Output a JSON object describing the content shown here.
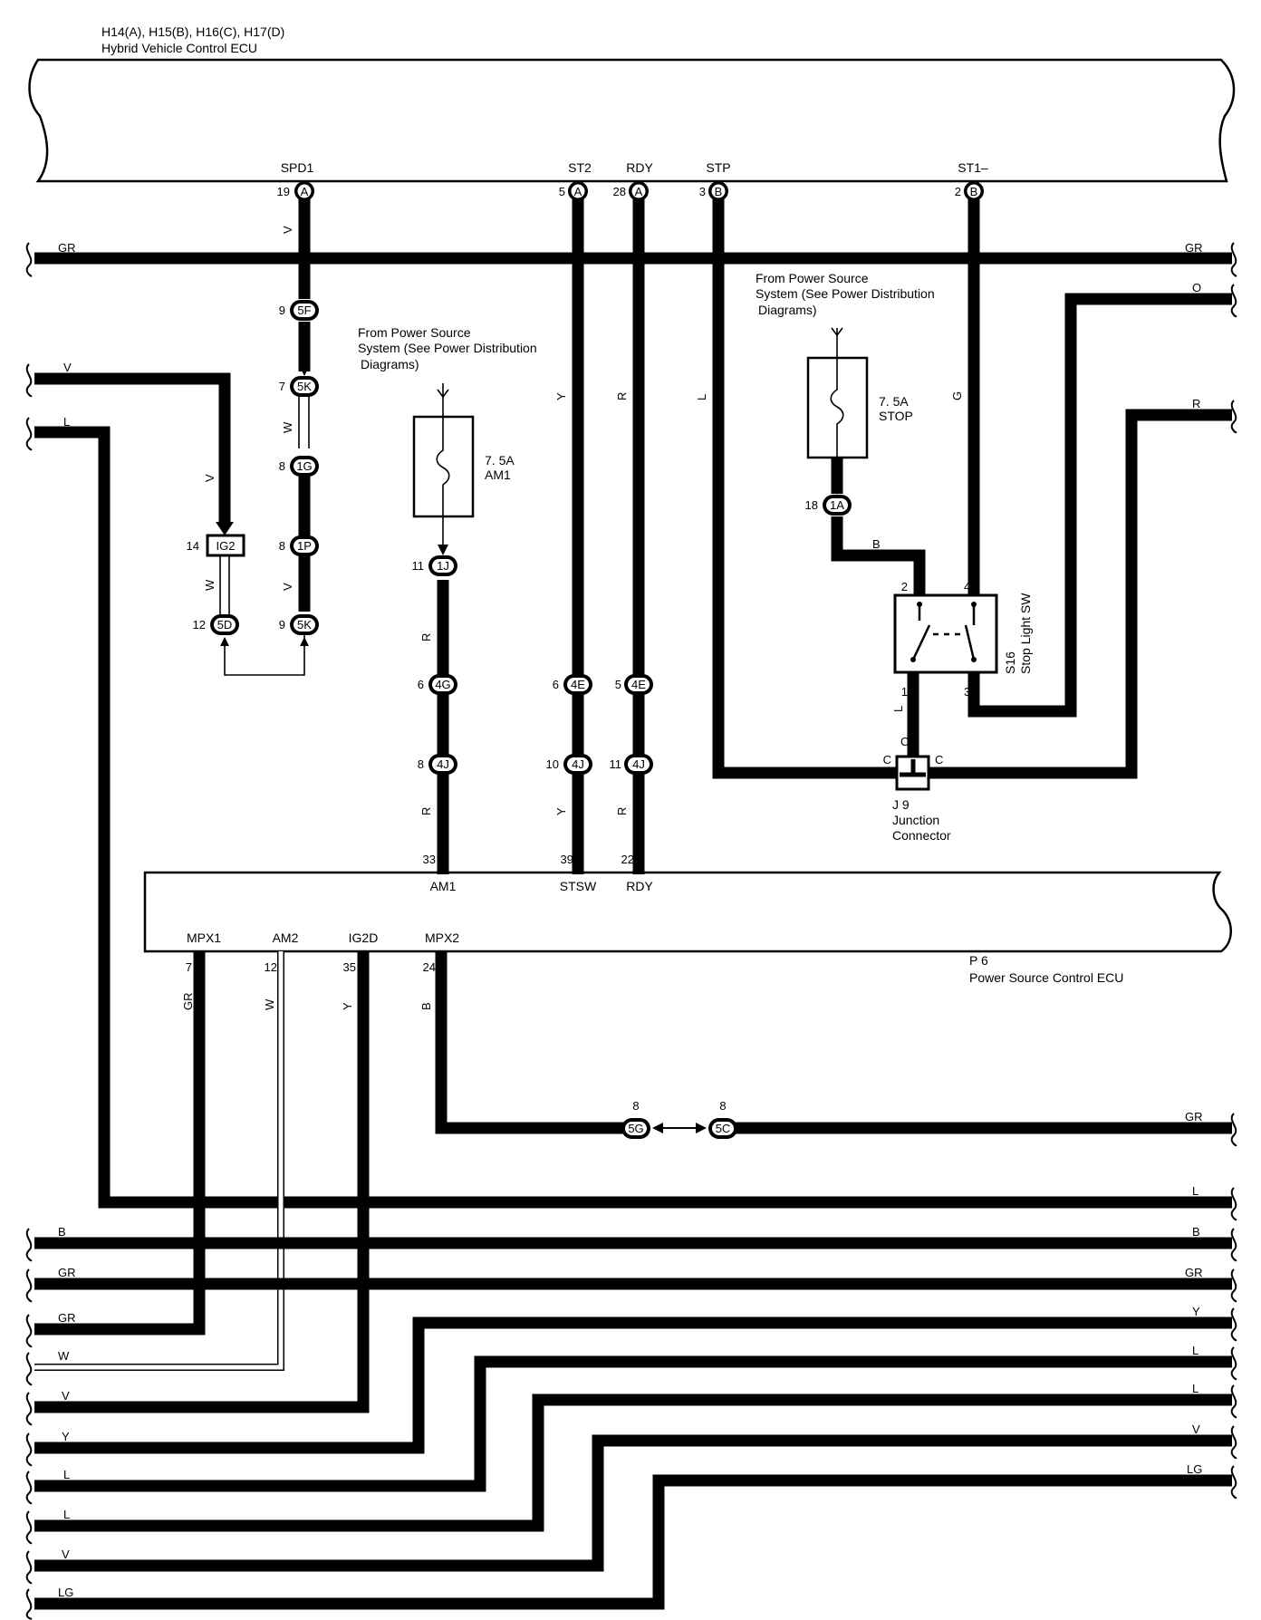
{
  "top_ecu": {
    "connectors_label": "H14(A), H15(B), H16(C), H17(D)",
    "name": "Hybrid Vehicle Control ECU",
    "terminals": [
      {
        "name": "SPD1",
        "pin": "19",
        "conn": "A"
      },
      {
        "name": "ST2",
        "pin": "5",
        "conn": "A"
      },
      {
        "name": "RDY",
        "pin": "28",
        "conn": "A"
      },
      {
        "name": "STP",
        "pin": "3",
        "conn": "B"
      },
      {
        "name": "ST1–",
        "pin": "2",
        "conn": "B"
      }
    ]
  },
  "bottom_ecu": {
    "id": "P 6",
    "name": "Power Source Control ECU",
    "top_terminals": [
      {
        "name": "AM1",
        "pin": "33"
      },
      {
        "name": "STSW",
        "pin": "39"
      },
      {
        "name": "RDY",
        "pin": "22"
      }
    ],
    "bottom_terminals": [
      {
        "name": "MPX1",
        "pin": "7",
        "color": "GR"
      },
      {
        "name": "AM2",
        "pin": "12",
        "color": "W"
      },
      {
        "name": "IG2D",
        "pin": "35",
        "color": "Y"
      },
      {
        "name": "MPX2",
        "pin": "24",
        "color": "B"
      }
    ]
  },
  "power_notes": {
    "am1": {
      "line1": "From Power Source",
      "line2": "System (See Power Distribution",
      "line3": "Diagrams)"
    },
    "stop": {
      "line1": "From Power Source",
      "line2": "System (See Power Distribution",
      "line3": "Diagrams)"
    }
  },
  "fuses": {
    "am1": {
      "rating": "7. 5A",
      "name": "AM1"
    },
    "stop": {
      "rating": "7. 5A",
      "name": "STOP"
    }
  },
  "stop_light_switch": {
    "id": "S16",
    "name": "Stop Light SW",
    "pins": [
      "2",
      "4",
      "1",
      "3"
    ]
  },
  "junction_connector": {
    "id": "J 9",
    "line1": "Junction",
    "line2": "Connector",
    "pin_left": "C",
    "pin_right": "C",
    "pin_top": "C"
  },
  "wire_colors": {
    "spd1_top": "V",
    "spd1_mid": "W",
    "spd1_low": "V",
    "ig2_left": "V",
    "ig2_w": "W",
    "am1": "R",
    "am1_low": "R",
    "st2": "Y",
    "st2_low": "Y",
    "rdy": "R",
    "rdy_low": "R",
    "stp": "L",
    "st1": "G",
    "stop_b": "B",
    "sw1": "L"
  },
  "connectors": {
    "c5F": {
      "pin": "9",
      "id": "5F"
    },
    "c5K_top": {
      "pin": "7",
      "id": "5K"
    },
    "c1G": {
      "pin": "8",
      "id": "1G"
    },
    "c1P": {
      "pin": "8",
      "id": "1P"
    },
    "c5K_low": {
      "pin": "9",
      "id": "5K"
    },
    "cIG2": {
      "pin": "14",
      "id": "IG2"
    },
    "c5D": {
      "pin": "12",
      "id": "5D"
    },
    "c1J": {
      "pin": "11",
      "id": "1J"
    },
    "c4G": {
      "pin": "6",
      "id": "4G"
    },
    "c4J_am1": {
      "pin": "8",
      "id": "4J"
    },
    "c4E_st": {
      "pin": "6",
      "id": "4E"
    },
    "c4J_st": {
      "pin": "10",
      "id": "4J"
    },
    "c4E_rdy": {
      "pin": "5",
      "id": "4E"
    },
    "c4J_rdy": {
      "pin": "11",
      "id": "4J"
    },
    "c1A": {
      "pin": "18",
      "id": "1A"
    },
    "c5G": {
      "pin": "8",
      "id": "5G"
    },
    "c5C": {
      "pin": "8",
      "id": "5C"
    }
  },
  "edge_labels": {
    "gr_left": "GR",
    "gr_right": "GR",
    "o_right": "O",
    "r_right": "R",
    "v_left": "V",
    "l_left": "L",
    "mpx2_right": "GR",
    "left_bus": [
      "B",
      "GR",
      "GR",
      "W",
      "V",
      "Y",
      "L",
      "L",
      "V",
      "LG"
    ],
    "right_bus": [
      "L",
      "B",
      "GR",
      "Y",
      "L",
      "L",
      "V",
      "LG"
    ]
  }
}
